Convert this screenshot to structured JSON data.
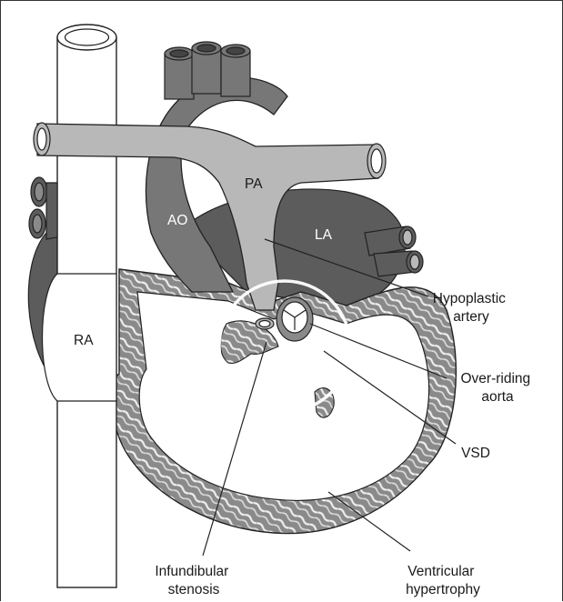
{
  "figure": {
    "colors": {
      "dark_gray": "#5c5c5c",
      "mid_gray": "#8a8a8a",
      "light_gray": "#b8b8b8",
      "white": "#ffffff",
      "outline": "#222222"
    },
    "structures": {
      "ra": "RA",
      "ao": "AO",
      "pa": "PA",
      "la": "LA"
    },
    "callouts": {
      "hypoplastic": [
        "Hypoplastic",
        "artery"
      ],
      "overriding": [
        "Over-riding",
        "aorta"
      ],
      "vsd": [
        "VSD"
      ],
      "infundibular": [
        "Infundibular",
        "stenosis"
      ],
      "ventricular": [
        "Ventricular",
        "hypertrophy"
      ]
    }
  }
}
